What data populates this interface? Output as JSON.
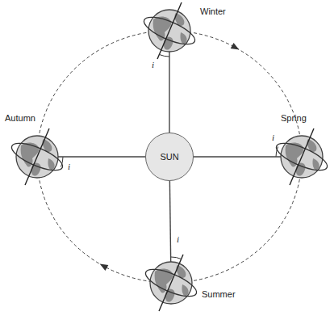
{
  "diagram": {
    "nodes": [
      {
        "text": [
          "Winter"
        ]
      },
      {
        "text": [
          "Autumn"
        ]
      },
      {
        "text": [
          "SUN"
        ]
      },
      {
        "text": [
          "Spring"
        ]
      },
      {
        "text": [
          "Summer"
        ]
      }
    ],
    "edges": [
      {
        "from": 2,
        "to": 0,
        "arrow": "none"
      },
      {
        "from": 2,
        "to": 1,
        "arrow": "none"
      },
      {
        "from": 2,
        "to": 3,
        "arrow": "none"
      },
      {
        "from": 2,
        "to": 4,
        "arrow": "none"
      }
    ],
    "labels": [
      "i",
      "i",
      "i",
      "i"
    ]
  }
}
